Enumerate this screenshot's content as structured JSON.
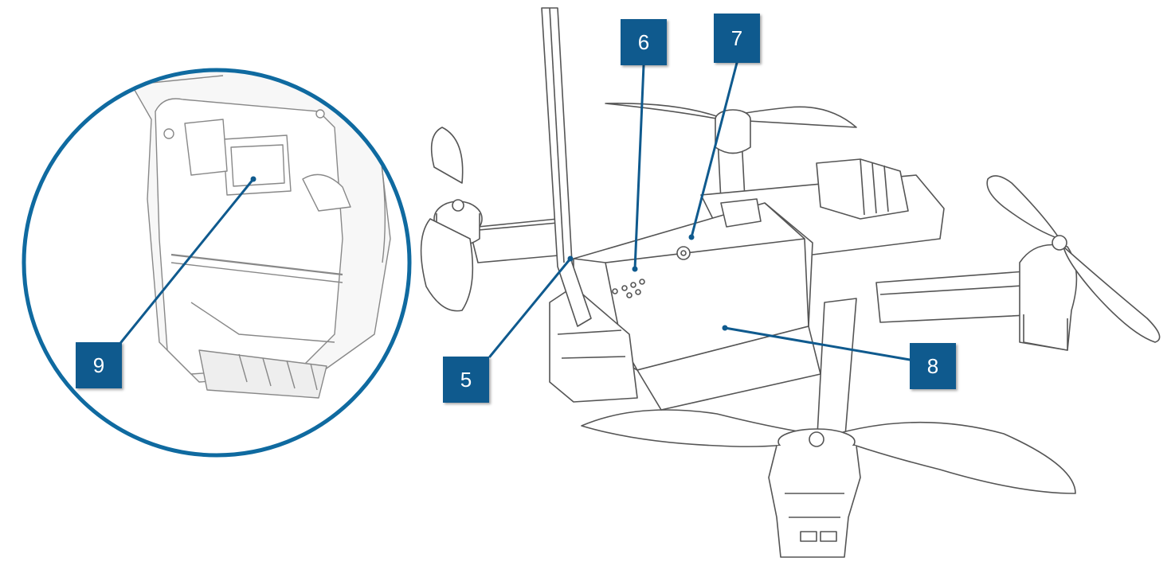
{
  "diagram": {
    "callouts": [
      {
        "id": "5",
        "label": "5"
      },
      {
        "id": "6",
        "label": "6"
      },
      {
        "id": "7",
        "label": "7"
      },
      {
        "id": "8",
        "label": "8"
      },
      {
        "id": "9",
        "label": "9"
      }
    ],
    "colors": {
      "callout_fill": "#0f5a8e",
      "leader_line": "#0f5a8e",
      "detail_circle": "#0f6aa0",
      "line_art": "#555555"
    }
  }
}
